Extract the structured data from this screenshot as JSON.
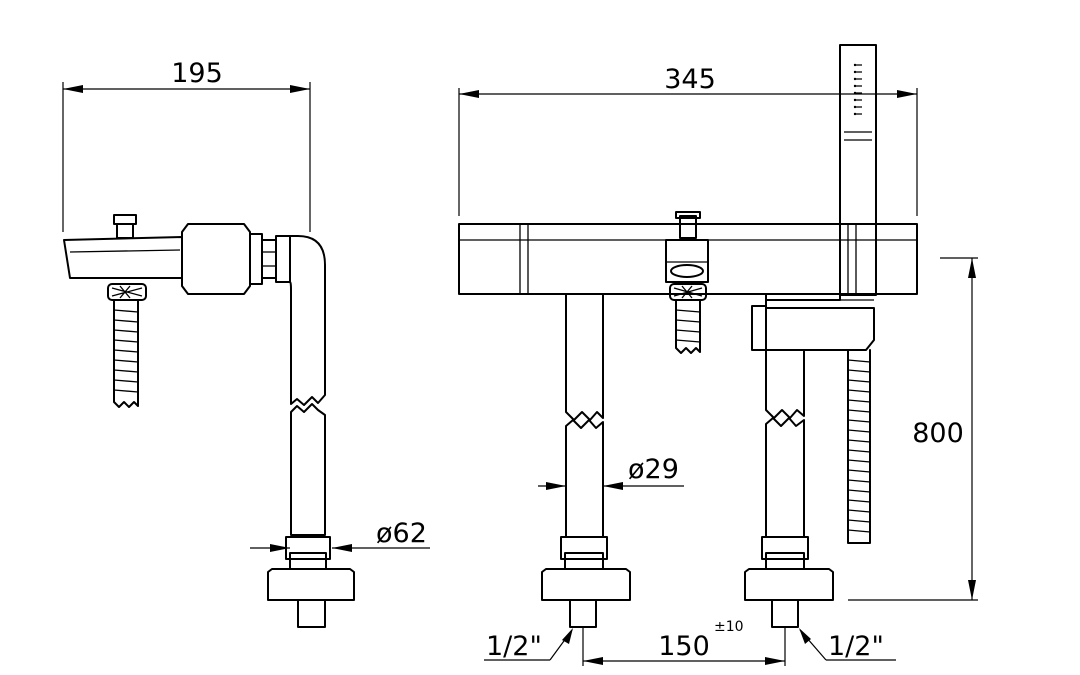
{
  "dimensions": {
    "side_width": "195",
    "front_width": "345",
    "height": "800",
    "inlet_diameter": "ø29",
    "base_diameter": "ø62",
    "centers": "150",
    "centers_tolerance": "±10",
    "thread_left": "1/2\"",
    "thread_right": "1/2\""
  }
}
